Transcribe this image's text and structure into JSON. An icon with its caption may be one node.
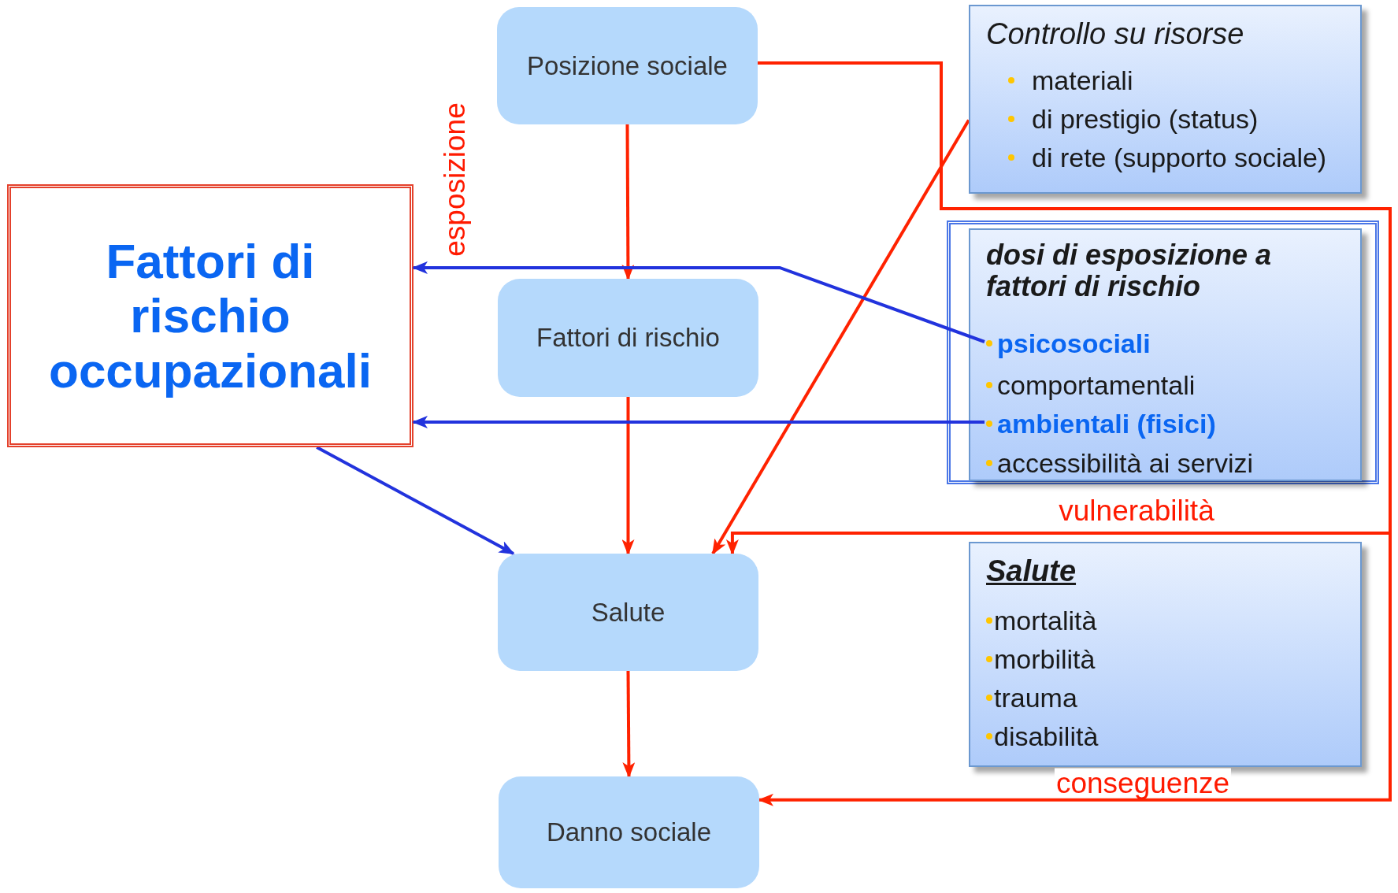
{
  "diagram": {
    "nodes": [
      {
        "text": [
          "Posizione sociale"
        ]
      },
      {
        "text": [
          "Fattori di rischio"
        ]
      },
      {
        "text": [
          "Salute"
        ]
      },
      {
        "text": [
          "Danno sociale"
        ]
      },
      {
        "text": [
          "Controllo su risorse",
          "materiali",
          "di prestigio (status)",
          "di rete (supporto sociale)"
        ]
      },
      {
        "text": [
          "dosi di esposizione a fattori di rischio"
        ]
      },
      {
        "text": [
          "psicosociali"
        ],
        "in": 5
      },
      {
        "text": [
          "comportamentali"
        ],
        "in": 5
      },
      {
        "text": [
          "ambientali (fisici)"
        ],
        "in": 5
      },
      {
        "text": [
          "accessibilità ai servizi"
        ],
        "in": 5
      },
      {
        "text": [
          "Salute",
          "mortalità",
          "morbilità",
          "trauma",
          "disabilità"
        ]
      },
      {
        "text": [
          "Fattori di rischio occupazionali"
        ]
      }
    ],
    "edges": [
      {
        "from": 0,
        "to": 1,
        "arrow": "to"
      },
      {
        "from": 1,
        "to": 2,
        "arrow": "to"
      },
      {
        "from": 2,
        "to": 3,
        "arrow": "to"
      },
      {
        "from": 4,
        "to": 2,
        "arrow": "to"
      },
      {
        "from": 6,
        "to": 11,
        "arrow": "to",
        "color": "#2233dd"
      },
      {
        "from": 8,
        "to": 11,
        "arrow": "to",
        "color": "#2233dd"
      },
      {
        "from": 11,
        "to": 2,
        "arrow": "to",
        "color": "#2233dd"
      },
      {
        "from": 0,
        "to": 2,
        "arrow": "to",
        "label": "vulnerabilità"
      },
      {
        "from": 0,
        "to": 3,
        "arrow": "to",
        "label": "conseguenze"
      }
    ],
    "labels": [
      "esposizione"
    ]
  }
}
